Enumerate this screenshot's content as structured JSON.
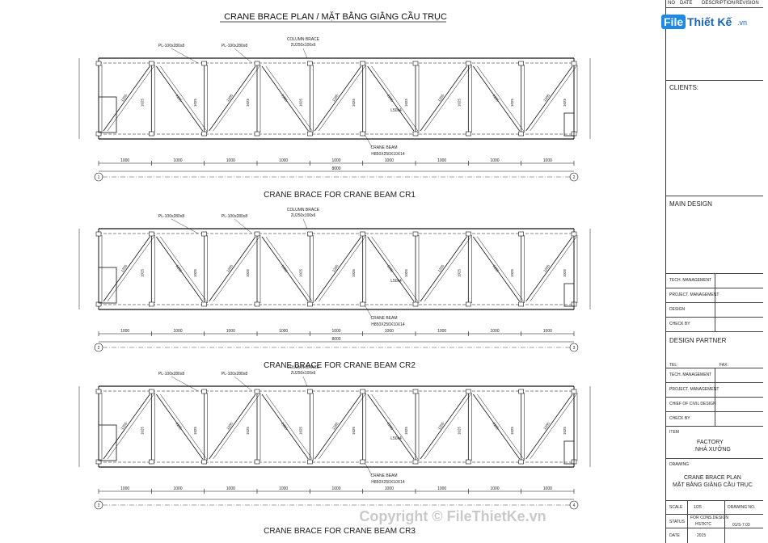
{
  "plan_title": "CRANE BRACE PLAN / MẶT BẰNG GIẰNG CẦU TRỤC",
  "panels": [
    {
      "caption": "CRANE BRACE FOR CRANE BEAM CR1",
      "pl_left": "PL-100x280x8",
      "pl_right": "PL-100x280x8",
      "column_brace": "COLUMN BRACE",
      "column_brace_size": "2U250x100x6",
      "crane_beam": "CRANE BEAM",
      "crane_beam_size": "H850X250X10X14",
      "angle": "L50x4",
      "span": "8000",
      "left_axis": "1",
      "right_axis": "2"
    },
    {
      "caption": "CRANE BRACE FOR CRANE BEAM CR2",
      "pl_left": "PL-100x280x8",
      "pl_right": "PL-100x280x8",
      "column_brace": "COLUMN BRACE",
      "column_brace_size": "2U250x100x6",
      "crane_beam": "CRANE BEAM",
      "crane_beam_size": "H850X250X10X14",
      "angle": "L50x4",
      "span": "8000",
      "left_axis": "2",
      "right_axis": "3"
    },
    {
      "caption": "CRANE BRACE FOR CRANE BEAM CR3",
      "pl_left": "PL-100x280x8",
      "pl_right": "PL-100x280x8",
      "column_brace": "COLUMN BRACE",
      "column_brace_size": "2U250x100x6",
      "crane_beam": "CRANE BEAM",
      "crane_beam_size": "H850X250X10X14",
      "angle": "L50x4",
      "span": "",
      "left_axis": "3",
      "right_axis": "4"
    }
  ],
  "bay": "1000",
  "member_label": "1025",
  "diag_label": "1285",
  "rev_headers": {
    "no": "NO",
    "date": "DATE",
    "desc": "DESCRIPTION",
    "rev": "REVISION"
  },
  "logo": {
    "text1": "File",
    "text2": "Thiết Kế",
    "text3": ".vn"
  },
  "title_block": {
    "clients": "CLIENTS:",
    "main_design": "MAIN DESIGN",
    "tech_mgmt": "TECH. MANAGEMENT",
    "project_mgmt": "PROJECT. MANAGEMENT",
    "design": "DESIGN",
    "check_by": "CHECK BY",
    "design_partner": "DESIGN PARTNER",
    "tel": "TEL:",
    "fax": "FAX:",
    "tech_mgmt2": "TECH. MANAGEMENT",
    "project_mgmt2": "PROJECT. MANAGEMENT",
    "chief": "CHIEF OF CIVIL DESIGN",
    "check_by2": "CHECK BY",
    "item": "ITEM",
    "item_value1": "FACTORY",
    "item_value2": "NHÀ XƯỞNG",
    "drawing": "DRAWING",
    "drawing_value1": "CRANE BRACE PLAN",
    "drawing_value2": "MẶT BẰNG GIẰNG CẦU TRỤC",
    "scale": "SCALE",
    "scale_value": "1/25",
    "drawing_no": "DRAWING NO.",
    "status": "STATUS",
    "status_value": "FOR CONS.DESIGN",
    "status_value2": "HSTKTC",
    "drawing_no_value": "01/S-7.03",
    "date": "DATE",
    "date_value": "2015"
  },
  "watermark": "Copyright © FileThietKe.vn"
}
